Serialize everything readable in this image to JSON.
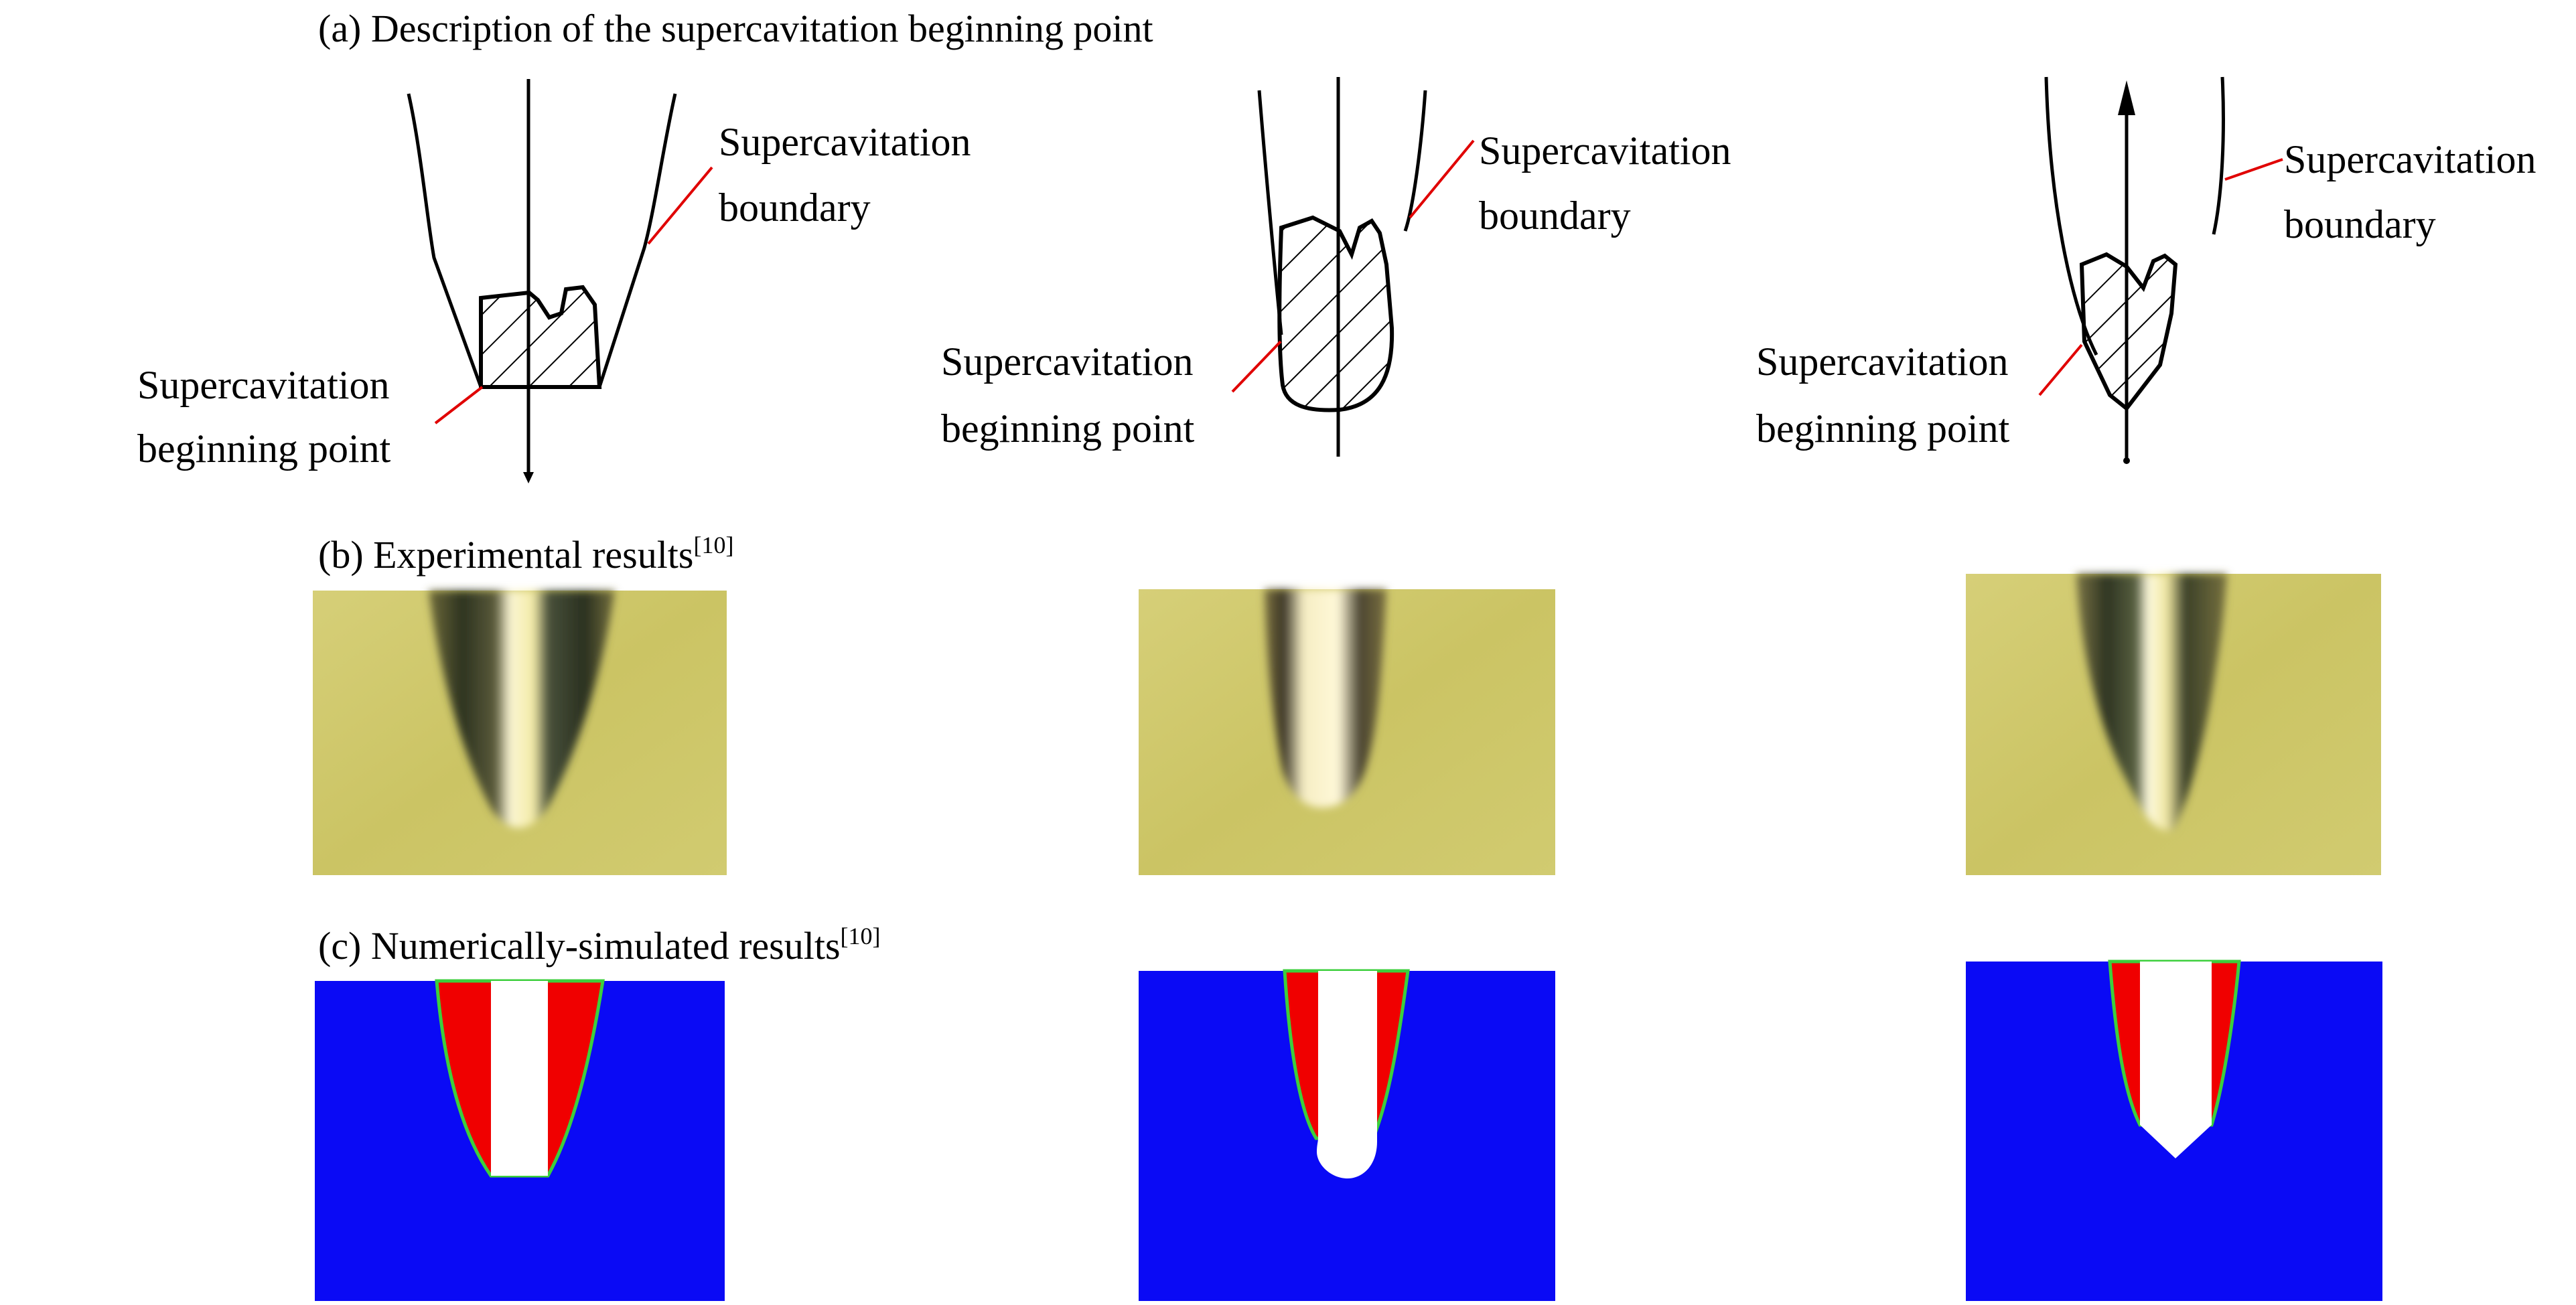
{
  "figure": {
    "panel_a": {
      "caption": "(a) Description of the supercavitation beginning point",
      "diagrams": [
        {
          "boundary_label": [
            "Supercavitation",
            "boundary"
          ],
          "beginning_label": [
            "Supercavitation",
            "beginning point"
          ]
        },
        {
          "boundary_label": [
            "Supercavitation",
            "boundary"
          ],
          "beginning_label": [
            "Supercavitation",
            "beginning point"
          ]
        },
        {
          "boundary_label": [
            "Supercavitation",
            "boundary"
          ],
          "beginning_label": [
            "Supercavitation",
            "beginning point"
          ]
        }
      ]
    },
    "panel_b": {
      "caption": "(b) Experimental results",
      "citation": "[10]"
    },
    "panel_c": {
      "caption": "(c) Numerically-simulated results",
      "citation": "[10]"
    },
    "colors": {
      "leader_line": "#e00000",
      "photo_background": "#cfc86a",
      "sim_water": "#0a0af5",
      "sim_cavity": "#f00000",
      "sim_projectile": "#ffffff",
      "sim_interface": "#3ccf3c"
    }
  }
}
